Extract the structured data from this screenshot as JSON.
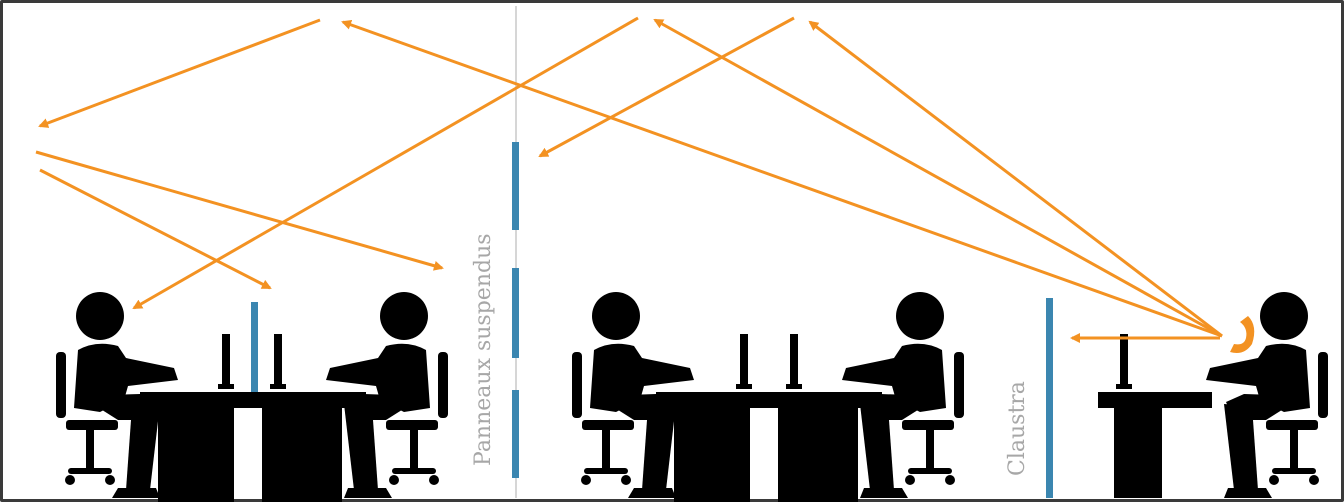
{
  "labels": {
    "hanging_panels": "Panneaux suspendus",
    "partition_screen": "Claustra"
  },
  "colors": {
    "arrow": "#f39222",
    "panel": "#3b86b0",
    "figure": "#000000",
    "divider": "#c8c8c8",
    "frame": "#3a3a3a",
    "label": "#a7a7a7"
  },
  "icons": {
    "worker": "seated-person-at-desk-icon",
    "phone_worker": "person-on-phone-icon",
    "monitor": "computer-monitor-icon",
    "panel": "acoustic-panel",
    "sound": "sound-reflection-arrow"
  }
}
